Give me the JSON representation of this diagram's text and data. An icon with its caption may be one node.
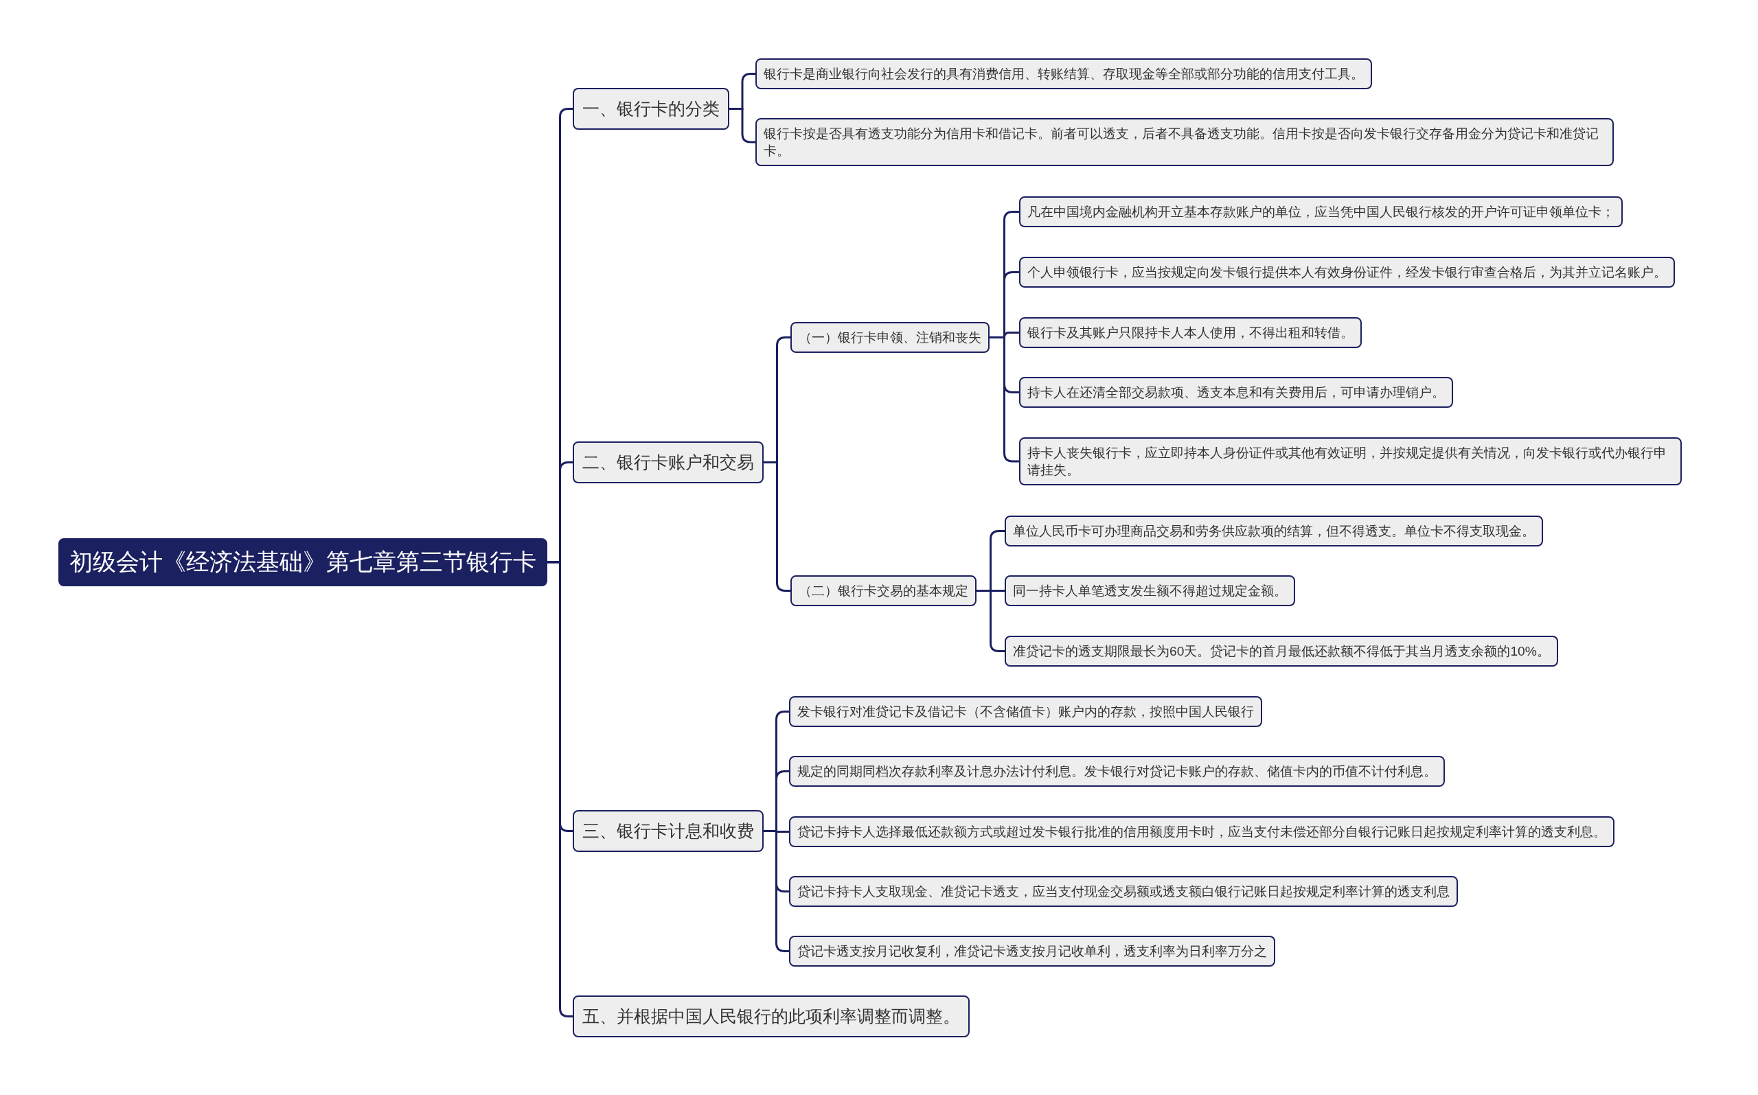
{
  "diagram": {
    "nodes": [
      {
        "text": [
          "初级会计《经济法基础》第七章第三节银行卡"
        ]
      },
      {
        "text": [
          "一、银行卡的分类"
        ]
      },
      {
        "text": [
          "银行卡是商业银行向社会发行的具有消费信用、转账结算、存取现金等全部或部分功能的信用支付工具。"
        ]
      },
      {
        "text": [
          "银行卡按是否具有透支功能分为信用卡和借记卡。前者可以透支，后者不具备透支功能。信用卡按是否向发卡银行交存备用金分为贷记卡和准贷记卡。"
        ]
      },
      {
        "text": [
          "二、银行卡账户和交易"
        ]
      },
      {
        "text": [
          "（一）银行卡申领、注销和丧失"
        ]
      },
      {
        "text": [
          "凡在中国境内金融机构开立基本存款账户的单位，应当凭中国人民银行核发的开户许可证申领单位卡；"
        ]
      },
      {
        "text": [
          "个人申领银行卡，应当按规定向发卡银行提供本人有效身份证件，经发卡银行审查合格后，为其并立记名账户。"
        ]
      },
      {
        "text": [
          "银行卡及其账户只限持卡人本人使用，不得出租和转借。"
        ]
      },
      {
        "text": [
          "持卡人在还清全部交易款项、透支本息和有关费用后，可申请办理销户。"
        ]
      },
      {
        "text": [
          "持卡人丧失银行卡，应立即持本人身份证件或其他有效证明，并按规定提供有关情况，向发卡银行或代办银行申请挂失。"
        ]
      },
      {
        "text": [
          "（二）银行卡交易的基本规定"
        ]
      },
      {
        "text": [
          "单位人民币卡可办理商品交易和劳务供应款项的结算，但不得透支。单位卡不得支取现金。"
        ]
      },
      {
        "text": [
          "同一持卡人单笔透支发生额不得超过规定金额。"
        ]
      },
      {
        "text": [
          "准贷记卡的透支期限最长为60天。贷记卡的首月最低还款额不得低于其当月透支余额的10%。"
        ]
      },
      {
        "text": [
          "三、银行卡计息和收费"
        ]
      },
      {
        "text": [
          "发卡银行对准贷记卡及借记卡（不含储值卡）账户内的存款，按照中国人民银行"
        ]
      },
      {
        "text": [
          "规定的同期同档次存款利率及计息办法计付利息。发卡银行对贷记卡账户的存款、储值卡内的币值不计付利息。"
        ]
      },
      {
        "text": [
          "贷记卡持卡人选择最低还款额方式或超过发卡银行批准的信用额度用卡时，应当支付未偿还部分自银行记账日起按规定利率计算的透支利息。"
        ]
      },
      {
        "text": [
          "贷记卡持卡人支取现金、准贷记卡透支，应当支付现金交易额或透支额白银行记账日起按规定利率计算的透支利息"
        ]
      },
      {
        "text": [
          "贷记卡透支按月记收复利，准贷记卡透支按月记收单利，透支利率为日利率万分之"
        ]
      },
      {
        "text": [
          "五、并根据中国人民银行的此项利率调整而调整。"
        ]
      }
    ],
    "edges": [
      {
        "from": 0,
        "to": 1,
        "arrow": "none"
      },
      {
        "from": 1,
        "to": 2,
        "arrow": "none"
      },
      {
        "from": 1,
        "to": 3,
        "arrow": "none"
      },
      {
        "from": 0,
        "to": 4,
        "arrow": "none"
      },
      {
        "from": 4,
        "to": 5,
        "arrow": "none"
      },
      {
        "from": 5,
        "to": 6,
        "arrow": "none"
      },
      {
        "from": 5,
        "to": 7,
        "arrow": "none"
      },
      {
        "from": 5,
        "to": 8,
        "arrow": "none"
      },
      {
        "from": 5,
        "to": 9,
        "arrow": "none"
      },
      {
        "from": 5,
        "to": 10,
        "arrow": "none"
      },
      {
        "from": 4,
        "to": 11,
        "arrow": "none"
      },
      {
        "from": 11,
        "to": 12,
        "arrow": "none"
      },
      {
        "from": 11,
        "to": 13,
        "arrow": "none"
      },
      {
        "from": 11,
        "to": 14,
        "arrow": "none"
      },
      {
        "from": 0,
        "to": 15,
        "arrow": "none"
      },
      {
        "from": 15,
        "to": 16,
        "arrow": "none"
      },
      {
        "from": 15,
        "to": 17,
        "arrow": "none"
      },
      {
        "from": 15,
        "to": 18,
        "arrow": "none"
      },
      {
        "from": 15,
        "to": 19,
        "arrow": "none"
      },
      {
        "from": 15,
        "to": 20,
        "arrow": "none"
      },
      {
        "from": 0,
        "to": 21,
        "arrow": "none"
      }
    ]
  }
}
